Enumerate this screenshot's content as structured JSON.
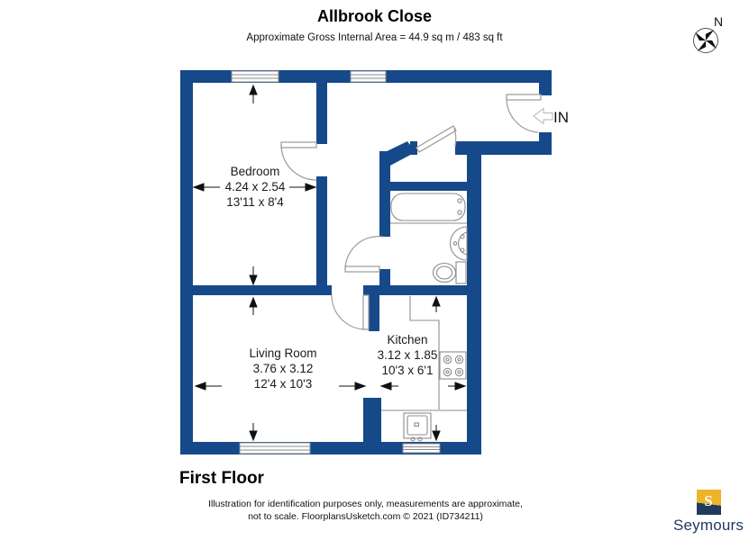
{
  "header": {
    "title": "Allbrook Close",
    "subtitle": "Approximate Gross Internal Area = 44.9 sq m / 483 sq ft"
  },
  "compass": {
    "north_label": "N"
  },
  "entrance": {
    "label": "IN"
  },
  "rooms": [
    {
      "name": "Bedroom",
      "metric": "4.24 x 2.54",
      "imperial": "13'11 x 8'4"
    },
    {
      "name": "Living Room",
      "metric": "3.76 x 3.12",
      "imperial": "12'4 x 10'3"
    },
    {
      "name": "Kitchen",
      "metric": "3.12 x 1.85",
      "imperial": "10'3 x 6'1"
    }
  ],
  "floor_label": "First Floor",
  "disclaimer": {
    "line1": "Illustration for identification purposes only, measurements are approximate,",
    "line2": "not to scale. FloorplansUsketch.com © 2021 (ID734211)"
  },
  "branding": {
    "logo_letter": "S",
    "name": "Seymours"
  },
  "colors": {
    "wall": "#16498a",
    "brand_gold": "#edb42a",
    "brand_navy": "#213a5d"
  }
}
